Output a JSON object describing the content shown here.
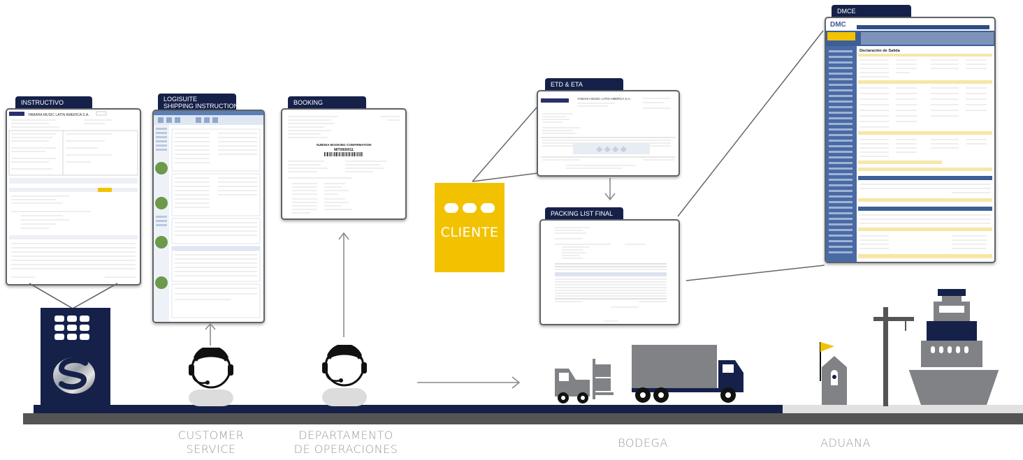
{
  "tabs": {
    "instructivo": "INSTRUCTIVO",
    "logisuite_line1": "LOGISUITE",
    "logisuite_line2": "SHIPPING INSTRUCTION",
    "booking": "BOOKING",
    "etd_eta": "ETD & ETA",
    "packing_list": "PACKING LIST FINAL",
    "dmce": "DMCE"
  },
  "client": {
    "label": "CLIENTE"
  },
  "stages": {
    "customer_service_line1": "CUSTOMER",
    "customer_service_line2": "SERVICE",
    "operaciones_line1": "DEPARTAMENTO",
    "operaciones_line2": "DE OPERACIONES",
    "bodega": "BODEGA",
    "aduana": "ADUANA"
  },
  "documents": {
    "instructivo_company": "YAMAHA MUSIC LATIN AMERICA S.A.",
    "etd_company": "YAMAHA MUSIC LATIN AMERICA S.A.",
    "booking_title": "SUBSEA BOOKING CONFIRMATION",
    "booking_number": "MIT0000011",
    "dmce_logo": "DMC",
    "dmce_title": "Declaración de Salida"
  },
  "colors": {
    "navy": "#16214a",
    "yellow": "#f2c200",
    "gray": "#808285",
    "road_gray": "#545454"
  }
}
